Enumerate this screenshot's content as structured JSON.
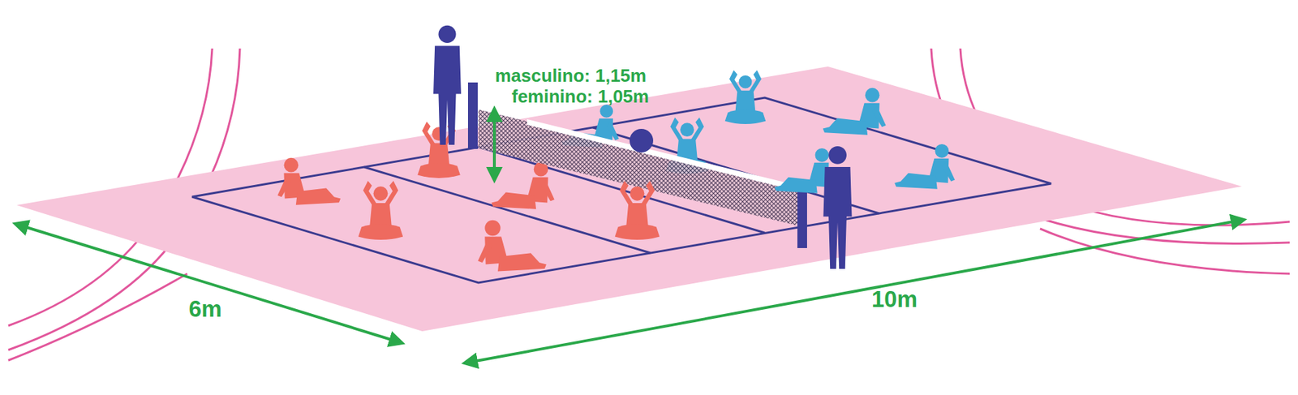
{
  "diagram": {
    "labels": [
      "masculino: 1,15m",
      "feminino: 1,05m",
      "6m",
      "10m"
    ]
  }
}
